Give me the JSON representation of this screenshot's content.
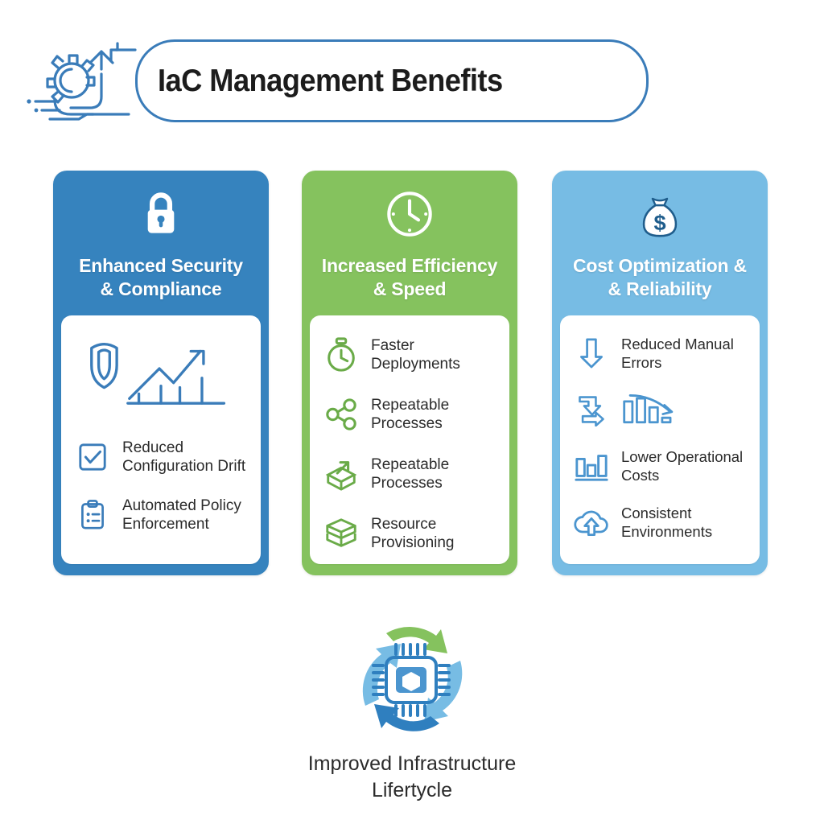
{
  "header": {
    "title": "IaC Management Benefits",
    "logo_icon": "gear-arrow-circuit-logo"
  },
  "colors": {
    "card1": "#3683be",
    "card2": "#85c25e",
    "card3": "#77bce4",
    "accent_blue": "#3a7cb9",
    "text_dark": "#2b2b2b",
    "cycle_green": "#85c25e",
    "cycle_light_blue": "#77bce4",
    "cycle_dark_blue": "#2f7fbf"
  },
  "cards": [
    {
      "id": "enhanced-security",
      "header_icon": "lock-icon",
      "title_line1": "Enhanced Security",
      "title_line2": "& Compliance",
      "illustration": "shield-growth-chart-illustration",
      "items": [
        {
          "icon": "checkbox-check-icon",
          "line1": "Reduced",
          "line2": "Configuration Drift"
        },
        {
          "icon": "clipboard-list-icon",
          "line1": "Automated Policy",
          "line2": "Enforcement"
        }
      ]
    },
    {
      "id": "increased-efficiency",
      "header_icon": "clock-icon",
      "title_line1": "Increased Efficiency",
      "title_line2": "& Speed",
      "illustration": "",
      "items": [
        {
          "icon": "stopwatch-icon",
          "line1": "Faster",
          "line2": "Deployments"
        },
        {
          "icon": "share-nodes-icon",
          "line1": "Repeatable",
          "line2": "Processes"
        },
        {
          "icon": "box-arrow-up-icon",
          "line1": "Repeatable",
          "line2": "Processes"
        },
        {
          "icon": "stacked-layers-icon",
          "line1": "Resource",
          "line2": "Provisioning"
        }
      ]
    },
    {
      "id": "cost-optimization",
      "header_icon": "money-bag-icon",
      "title_line1": "Cost Optimization &",
      "title_line2": "& Reliability",
      "illustration": "",
      "items": [
        {
          "icon": "arrow-down-icon",
          "line1": "Reduced Manual",
          "line2": "Errors"
        },
        {
          "icon": "arrow-down-right-icon",
          "line1": "",
          "line2": "",
          "secondary_icon": "declining-bar-chart-icon"
        },
        {
          "icon": "bar-chart-icon",
          "line1": "Lower Operational",
          "line2": "Costs"
        },
        {
          "icon": "cloud-upload-icon",
          "line1": "Consistent",
          "line2": "Environments"
        }
      ]
    }
  ],
  "bottom": {
    "icon": "cpu-chip-cycle-icon",
    "caption_line1": "Improved Infrastructure",
    "caption_line2": "Lifertycle"
  }
}
